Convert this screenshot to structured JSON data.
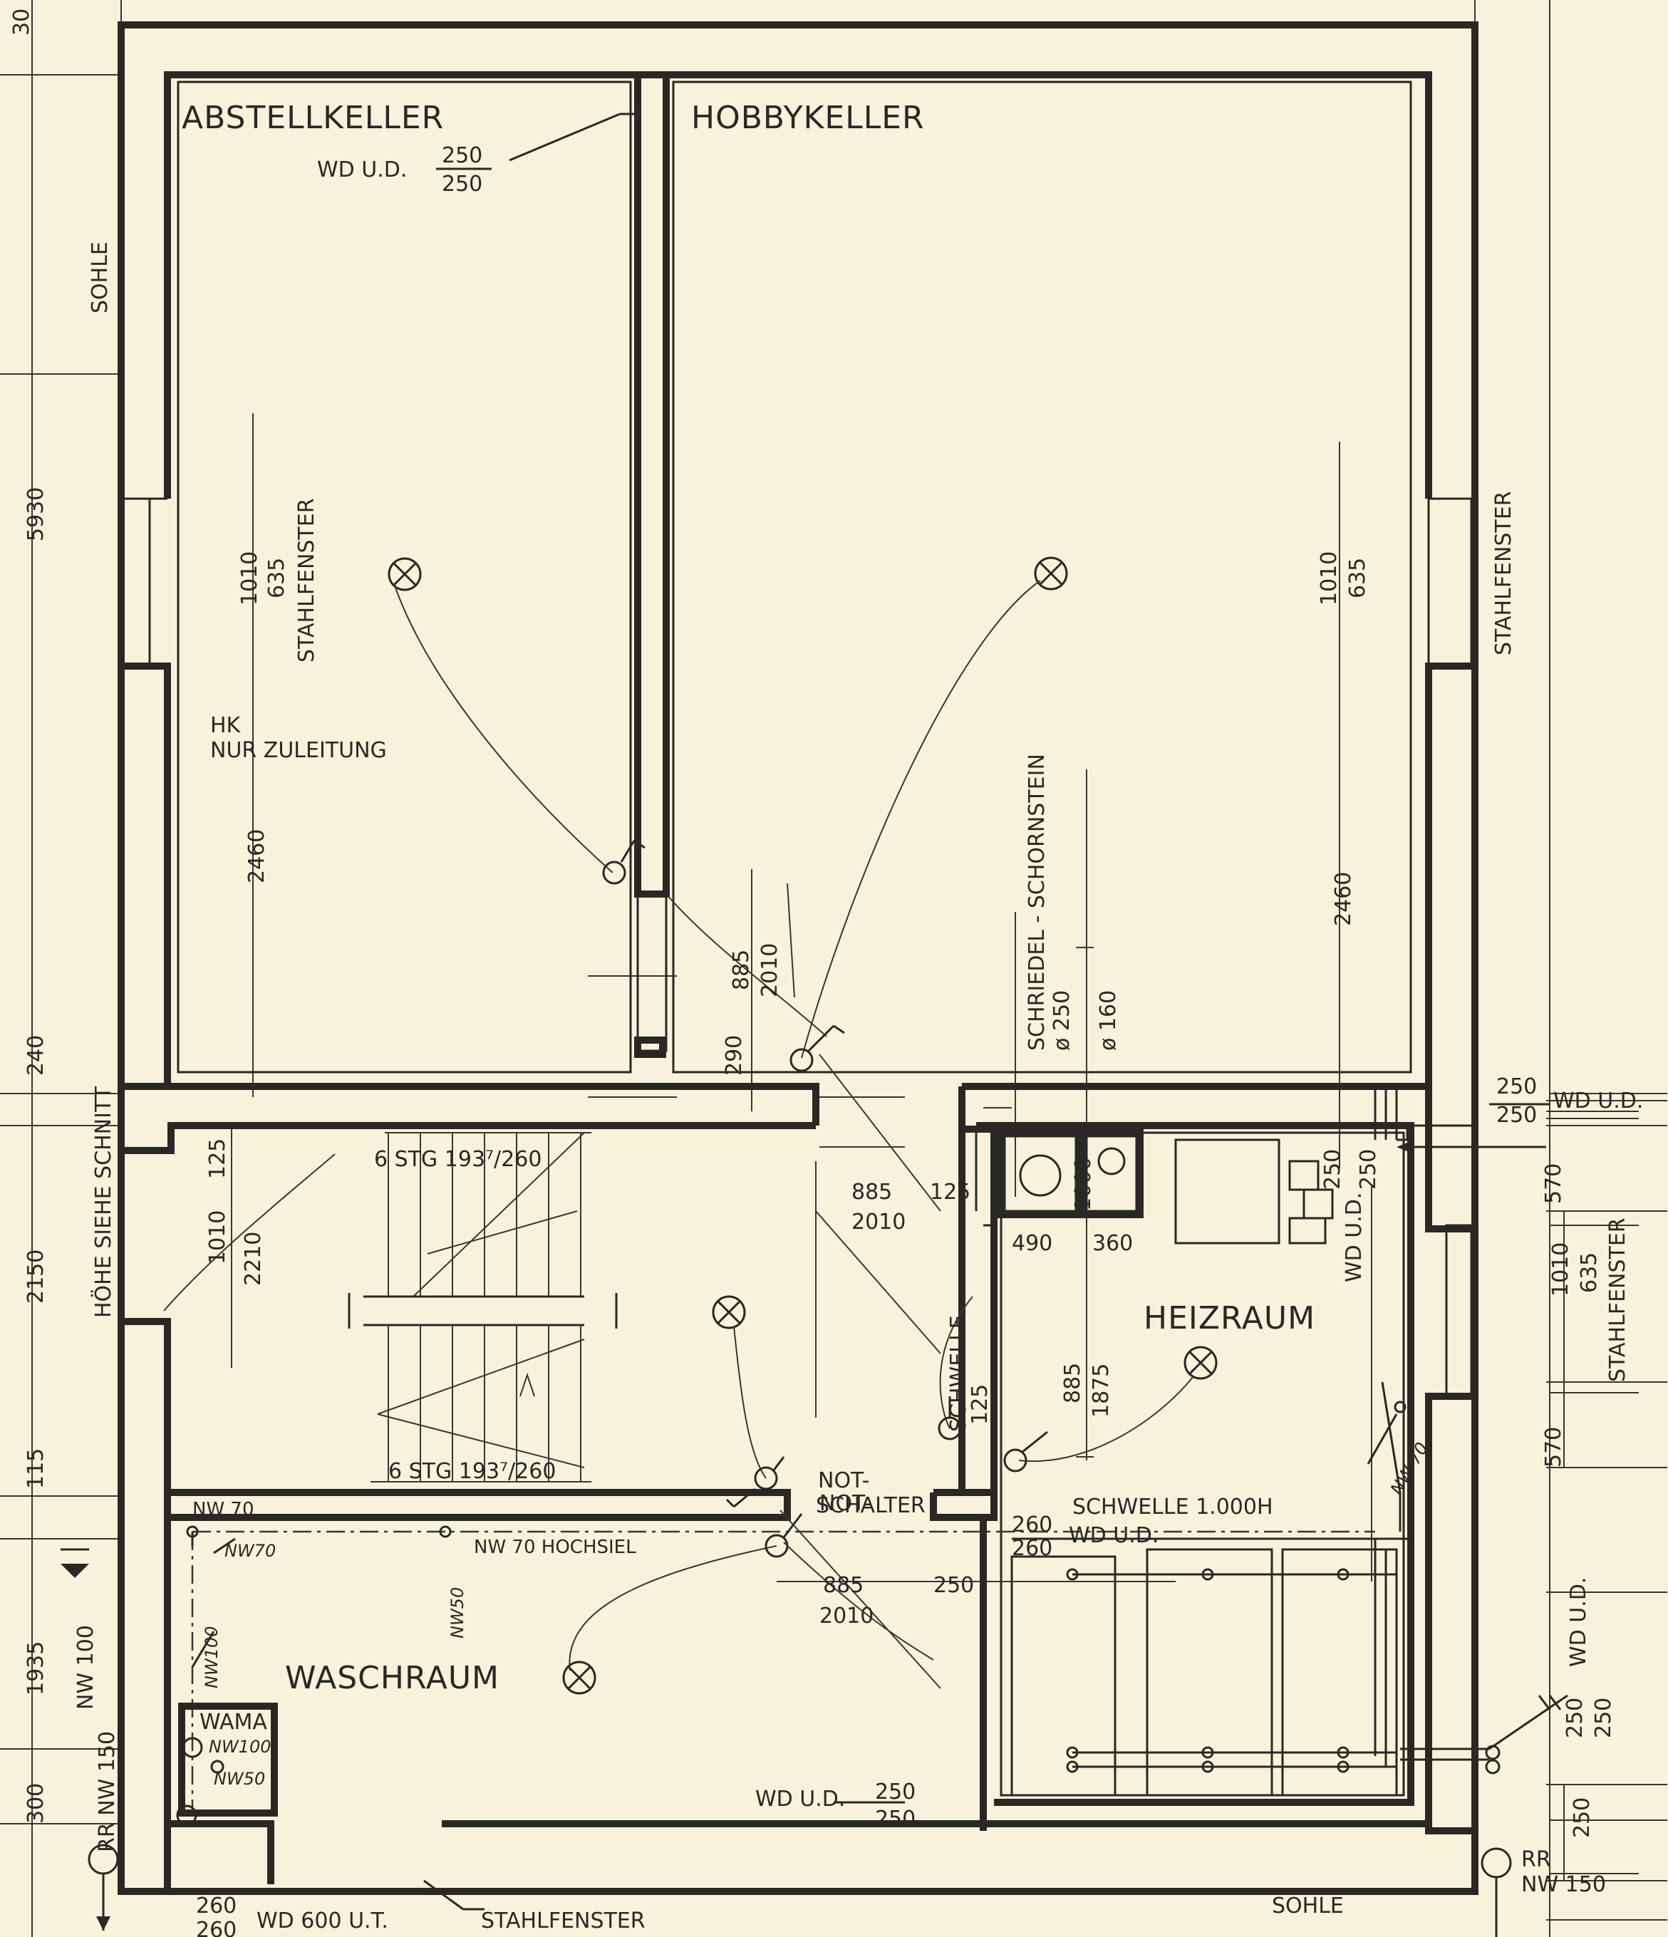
{
  "rooms": {
    "abstellkeller": "ABSTELLKELLER",
    "hobbykeller": "HOBBYKELLER",
    "heizraum": "HEIZRAUM",
    "waschraum": "WASCHRAUM"
  },
  "labels": {
    "wd_ud": "WD U.D.",
    "wd_ud_top": "250",
    "wd_ud_bottom": "250",
    "sohle": "SOHLE",
    "stahlfenster": "STAHLFENSTER",
    "hk": "HK",
    "nur_zuleitung": "NUR ZULEITUNG",
    "schornstein": "SCHRIEDEL - SCHORNSTEIN",
    "dia250": "ø 250",
    "dia160": "ø 160",
    "hoehe_schnitt": "HÖHE SIEHE SCHNITT",
    "stair_top": "6 STG 193⁷/260",
    "stair_bottom": "6 STG 193⁷/260",
    "notschalter_1": "NOT-",
    "notschalter_2": "SCHALTER",
    "schwelle_vert": "SCHWELLE",
    "schwelle_1000": "SCHWELLE 1.000H",
    "nw70_hochsiel": "NW 70 HOCHSIEL",
    "nw70": "NW70",
    "nw70_b": "NW 70",
    "nw50": "NW50",
    "nw100_hw": "NW100",
    "wama": "WAMA",
    "wama_nw100": "NW100",
    "wama_nw50": "NW50",
    "nw100": "NW 100",
    "rr_nw150_left": "RR NW 150",
    "rr": "RR",
    "nw150": "NW 150",
    "wd600": "WD 600 U.T.",
    "hw_nw70": "NW 70"
  },
  "dims": {
    "d5930": "5930",
    "d240": "240",
    "d2150": "2150",
    "d115": "115",
    "d1935": "1935",
    "d300": "300",
    "d30": "30",
    "w1010": "1010",
    "w635": "635",
    "h2460": "2460",
    "d885": "885",
    "d2010": "2010",
    "d290": "290",
    "d125": "125",
    "d2210": "2210",
    "d490": "490",
    "d360": "360",
    "d1000": "1000",
    "d1875": "1875",
    "d570": "570",
    "d250": "250",
    "d260": "260"
  }
}
